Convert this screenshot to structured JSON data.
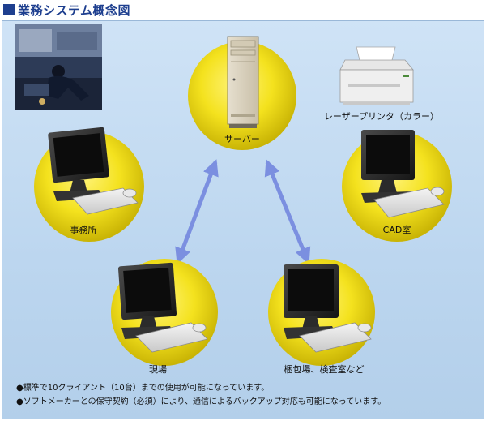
{
  "title": "業務システム概念図",
  "nodes": {
    "server": "サーバー",
    "printer": "レーザープリンタ（カラー）",
    "office": "事務所",
    "cad": "CAD室",
    "site": "現場",
    "packing": "梱包場、検査室など"
  },
  "photo": {
    "description_icon": "factory-worker-photo"
  },
  "notes": [
    "●標準で10クライアント（10台）までの使用が可能になっています。",
    "●ソフトメーカーとの保守契約（必須）により、通信によるバックアップ対応も可能になっています。"
  ],
  "colors": {
    "title": "#1e3f8f",
    "circle": "#f2df1a",
    "arrow": "#7b8fe0",
    "background": "#c4dbf2"
  }
}
